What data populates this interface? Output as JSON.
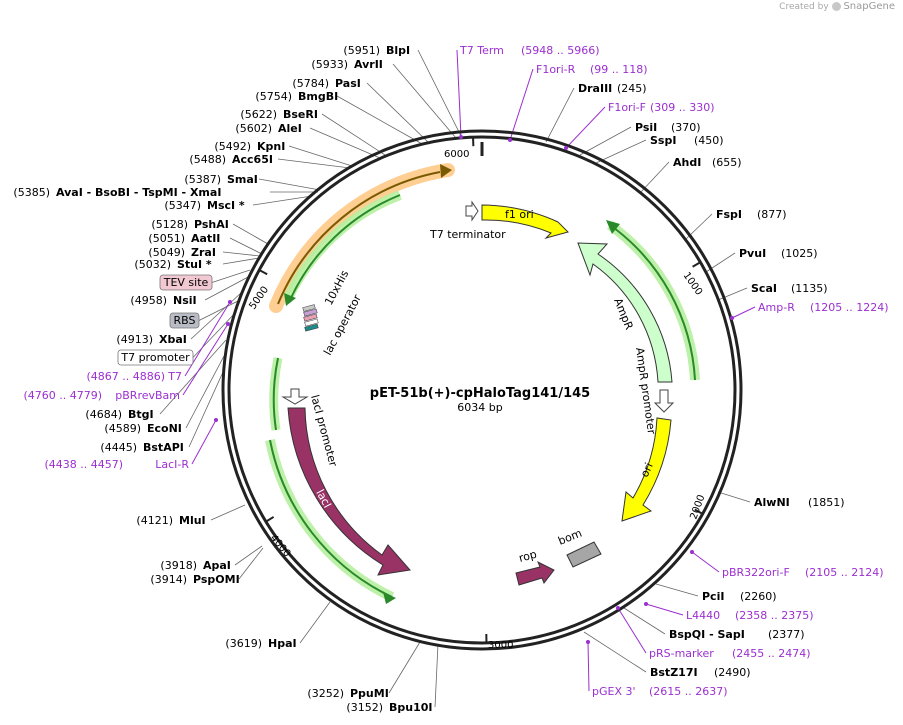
{
  "watermark": {
    "prefix": "Created by",
    "brand": "SnapGene",
    "icon": "snapgene-logo-icon"
  },
  "plasmid": {
    "name": "pET-51b(+)-cpHaloTag141/145",
    "length": "6034 bp"
  },
  "ticks": [
    "1000",
    "2000",
    "3000",
    "4000",
    "5000",
    "6000"
  ],
  "restriction_sites": [
    {
      "pos": "(5951)",
      "name": "BlpI"
    },
    {
      "pos": "(5933)",
      "name": "AvrII"
    },
    {
      "pos": "(5784)",
      "name": "PasI"
    },
    {
      "pos": "(5754)",
      "name": "BmgBI"
    },
    {
      "pos": "(5622)",
      "name": "BseRI"
    },
    {
      "pos": "(5602)",
      "name": "AleI"
    },
    {
      "pos": "(5492)",
      "name": "KpnI"
    },
    {
      "pos": "(5488)",
      "name": "Acc65I"
    },
    {
      "pos": "(5387)",
      "name": "SmaI"
    },
    {
      "pos": "(5385)",
      "name": "AvaI  - BsoBI  - TspMI  - XmaI"
    },
    {
      "pos": "(5347)",
      "name": "MscI *"
    },
    {
      "pos": "(5128)",
      "name": "PshAI"
    },
    {
      "pos": "(5051)",
      "name": "AatII"
    },
    {
      "pos": "(5049)",
      "name": "ZraI"
    },
    {
      "pos": "(5032)",
      "name": "StuI *"
    },
    {
      "pos": "(4958)",
      "name": "NsiI"
    },
    {
      "pos": "(4913)",
      "name": "XbaI"
    },
    {
      "pos": "(4684)",
      "name": "BtgI"
    },
    {
      "pos": "(4589)",
      "name": "EcoNI"
    },
    {
      "pos": "(4445)",
      "name": "BstAPI"
    },
    {
      "pos": "(4121)",
      "name": "MluI"
    },
    {
      "pos": "(3918)",
      "name": "ApaI"
    },
    {
      "pos": "(3914)",
      "name": "PspOMI"
    },
    {
      "pos": "(3619)",
      "name": "HpaI"
    },
    {
      "pos": "(3252)",
      "name": "PpuMI"
    },
    {
      "pos": "(3152)",
      "name": "Bpu10I"
    },
    {
      "pos": "(245)",
      "name": "DraIII"
    },
    {
      "pos": "(370)",
      "name": "PsiI"
    },
    {
      "pos": "(450)",
      "name": "SspI"
    },
    {
      "pos": "(655)",
      "name": "AhdI"
    },
    {
      "pos": "(877)",
      "name": "FspI"
    },
    {
      "pos": "(1025)",
      "name": "PvuI"
    },
    {
      "pos": "(1135)",
      "name": "ScaI"
    },
    {
      "pos": "(1851)",
      "name": "AlwNI"
    },
    {
      "pos": "(2260)",
      "name": "PciI"
    },
    {
      "pos": "(2377)",
      "name": "BspQI  - SapI"
    },
    {
      "pos": "(2490)",
      "name": "BstZ17I"
    }
  ],
  "primers": [
    {
      "name": "T7 Term",
      "range": "(5948 .. 5966)"
    },
    {
      "name": "F1ori-R",
      "range": "(99 .. 118)"
    },
    {
      "name": "F1ori-F",
      "range": "(309 .. 330)"
    },
    {
      "name": "Amp-R",
      "range": "(1205 .. 1224)"
    },
    {
      "name": "pBR322ori-F",
      "range": "(2105 .. 2124)"
    },
    {
      "name": "L4440",
      "range": "(2358 .. 2375)"
    },
    {
      "name": "pRS-marker",
      "range": "(2455 .. 2474)"
    },
    {
      "name": "pGEX 3'",
      "range": "(2615 .. 2637)"
    },
    {
      "name": "T7",
      "range": "(4867 .. 4886)"
    },
    {
      "name": "pBRrevBam",
      "range": "(4760 .. 4779)"
    },
    {
      "name": "LacI-R",
      "range": "(4438 .. 4457)"
    }
  ],
  "boxed_features": [
    {
      "label": "TEV site",
      "fill": "#f2c8d2"
    },
    {
      "label": "RBS",
      "fill": "#b8bcc4"
    },
    {
      "label": "T7 promoter",
      "fill": "#ffffff"
    }
  ],
  "features": {
    "f1_ori": "f1 ori",
    "t7_terminator": "T7 terminator",
    "ampr": "AmpR",
    "ampr_promoter": "AmpR promoter",
    "ori": "ori",
    "bom": "bom",
    "rop": "rop",
    "laci": "lacI",
    "laci_promoter": "lacI promoter",
    "his_tag": "10xHis",
    "lac_operator": "lac operator"
  },
  "colors": {
    "backbone": "#222222",
    "primer": "#9b2fd0",
    "f1_ori": "#ffff00",
    "ori": "#ffff00",
    "ampr": "#ccffcc",
    "laci": "#993366",
    "rop": "#993366",
    "bom": "#a6a6a6",
    "orf_green": "#33aa33",
    "orf_orange": "#ffc680"
  }
}
